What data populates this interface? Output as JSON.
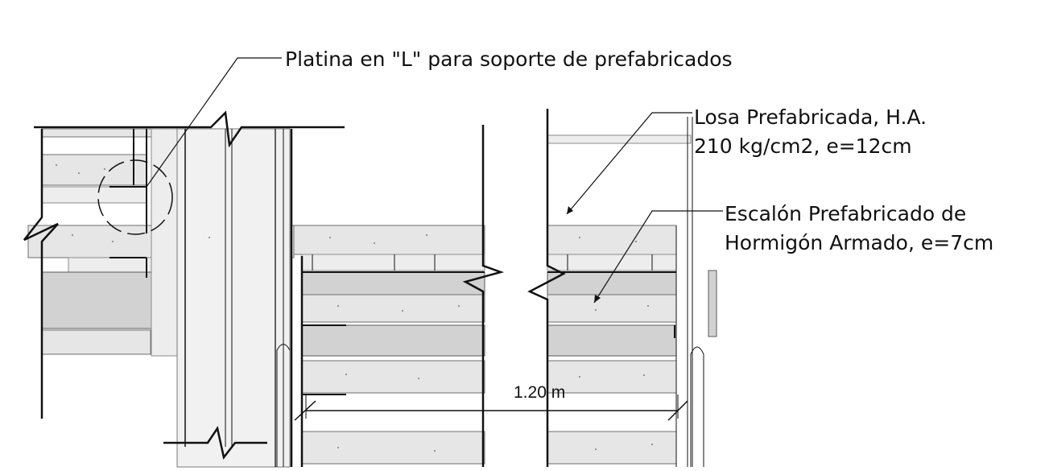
{
  "labels": {
    "platina": "Platina en  \"L\" para soporte de prefabricados",
    "losa_line1": "Losa Prefabricada, H.A.",
    "losa_line2": "210 kg/cm2, e=12cm",
    "escalon_line1": "Escalón Prefabricado de",
    "escalon_line2": "Hormigón Armado, e=7cm"
  },
  "dimension": {
    "value": "1.20 m"
  },
  "colors": {
    "ink": "#111111",
    "concrete": "#e6e6e6",
    "steel_band": "#d2d2d2"
  }
}
